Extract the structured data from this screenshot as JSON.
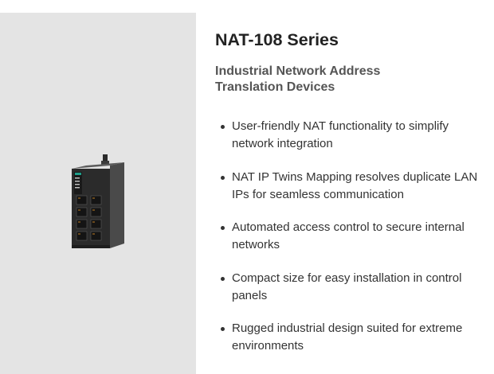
{
  "product": {
    "title": "NAT-108 Series",
    "subtitle": "Industrial Network Address Translation Devices",
    "image_icon": "industrial-switch-device-image",
    "features": [
      "User-friendly NAT functionality to simplify network integration",
      "NAT IP Twins Mapping resolves duplicate LAN IPs for seamless communication",
      "Automated access control to secure internal networks",
      "Compact size for easy installation in control panels",
      "Rugged industrial design suited for extreme environments"
    ]
  },
  "colors": {
    "image_panel_bg": "#e4e4e4",
    "title_text": "#222222",
    "subtitle_text": "#555555",
    "body_text": "#333333",
    "device_led": "#1f9e8a"
  }
}
